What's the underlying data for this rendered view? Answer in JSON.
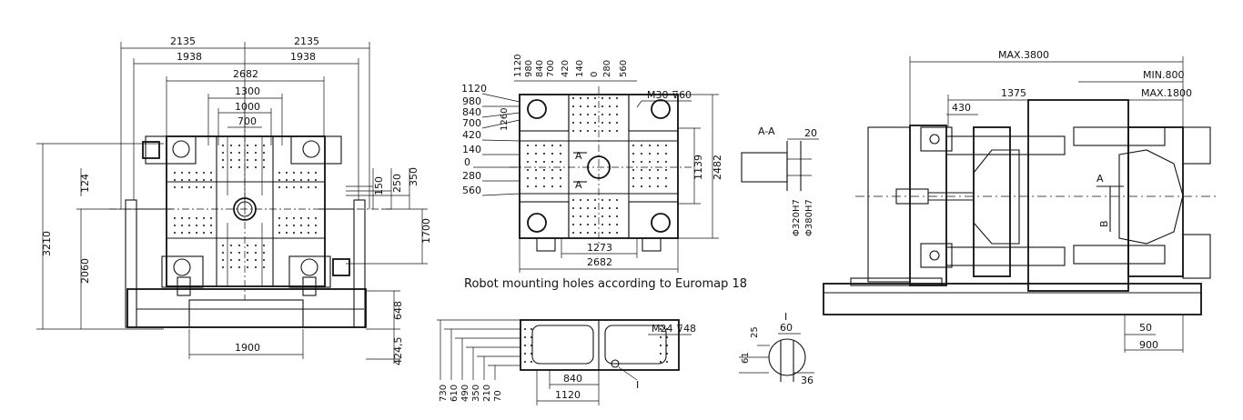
{
  "caption": "Robot mounting holes according to Euromap 18",
  "front_view": {
    "top_left": "2135",
    "top_right": "2135",
    "second_left": "1938",
    "second_right": "1938",
    "platen": "2682",
    "d1300": "1300",
    "d1000": "1000",
    "d700": "700",
    "left_124": "124",
    "left_3210": "3210",
    "left_2060": "2060",
    "right_150": "150",
    "right_250": "250",
    "right_350": "350",
    "right_1700": "1700",
    "right_648": "648",
    "right_4245": "424,5",
    "bottom_1900": "1900"
  },
  "platen_view": {
    "top_labels": [
      "1120",
      "980",
      "840",
      "700",
      "420",
      "140",
      "0",
      "280",
      "560"
    ],
    "left_labels": [
      "1120",
      "980",
      "840",
      "700",
      "420",
      "140",
      "0",
      "280",
      "560"
    ],
    "rot_1260": "1260",
    "thread_top": "M30↓̅ 60",
    "thread_top_text": "M30",
    "thread_top_depth": "60",
    "label_A_top": "A",
    "label_A_bottom": "A",
    "right_1139": "1139",
    "right_2482": "2482",
    "bottom_1273": "1273",
    "bottom_2682": "2682"
  },
  "section_aa": {
    "title": "A-A",
    "w20": "20",
    "d320": "Φ320H7",
    "d380": "Φ380H7"
  },
  "bottom_view": {
    "left_labels": [
      "730",
      "610",
      "490",
      "350",
      "210",
      "70"
    ],
    "thread": "M24",
    "depth": "48",
    "d840": "840",
    "d1120": "1120",
    "detail_mark": "I"
  },
  "detail_i": {
    "title": "I",
    "d25": "25",
    "d60": "60",
    "d61": "61",
    "d36": "36"
  },
  "side_view": {
    "max3800": "MAX.3800",
    "min800": "MIN.800",
    "max1800": "MAX.1800",
    "d1375": "1375",
    "d430": "430",
    "label_A": "A",
    "label_B": "B",
    "d50": "50",
    "d900": "900"
  }
}
